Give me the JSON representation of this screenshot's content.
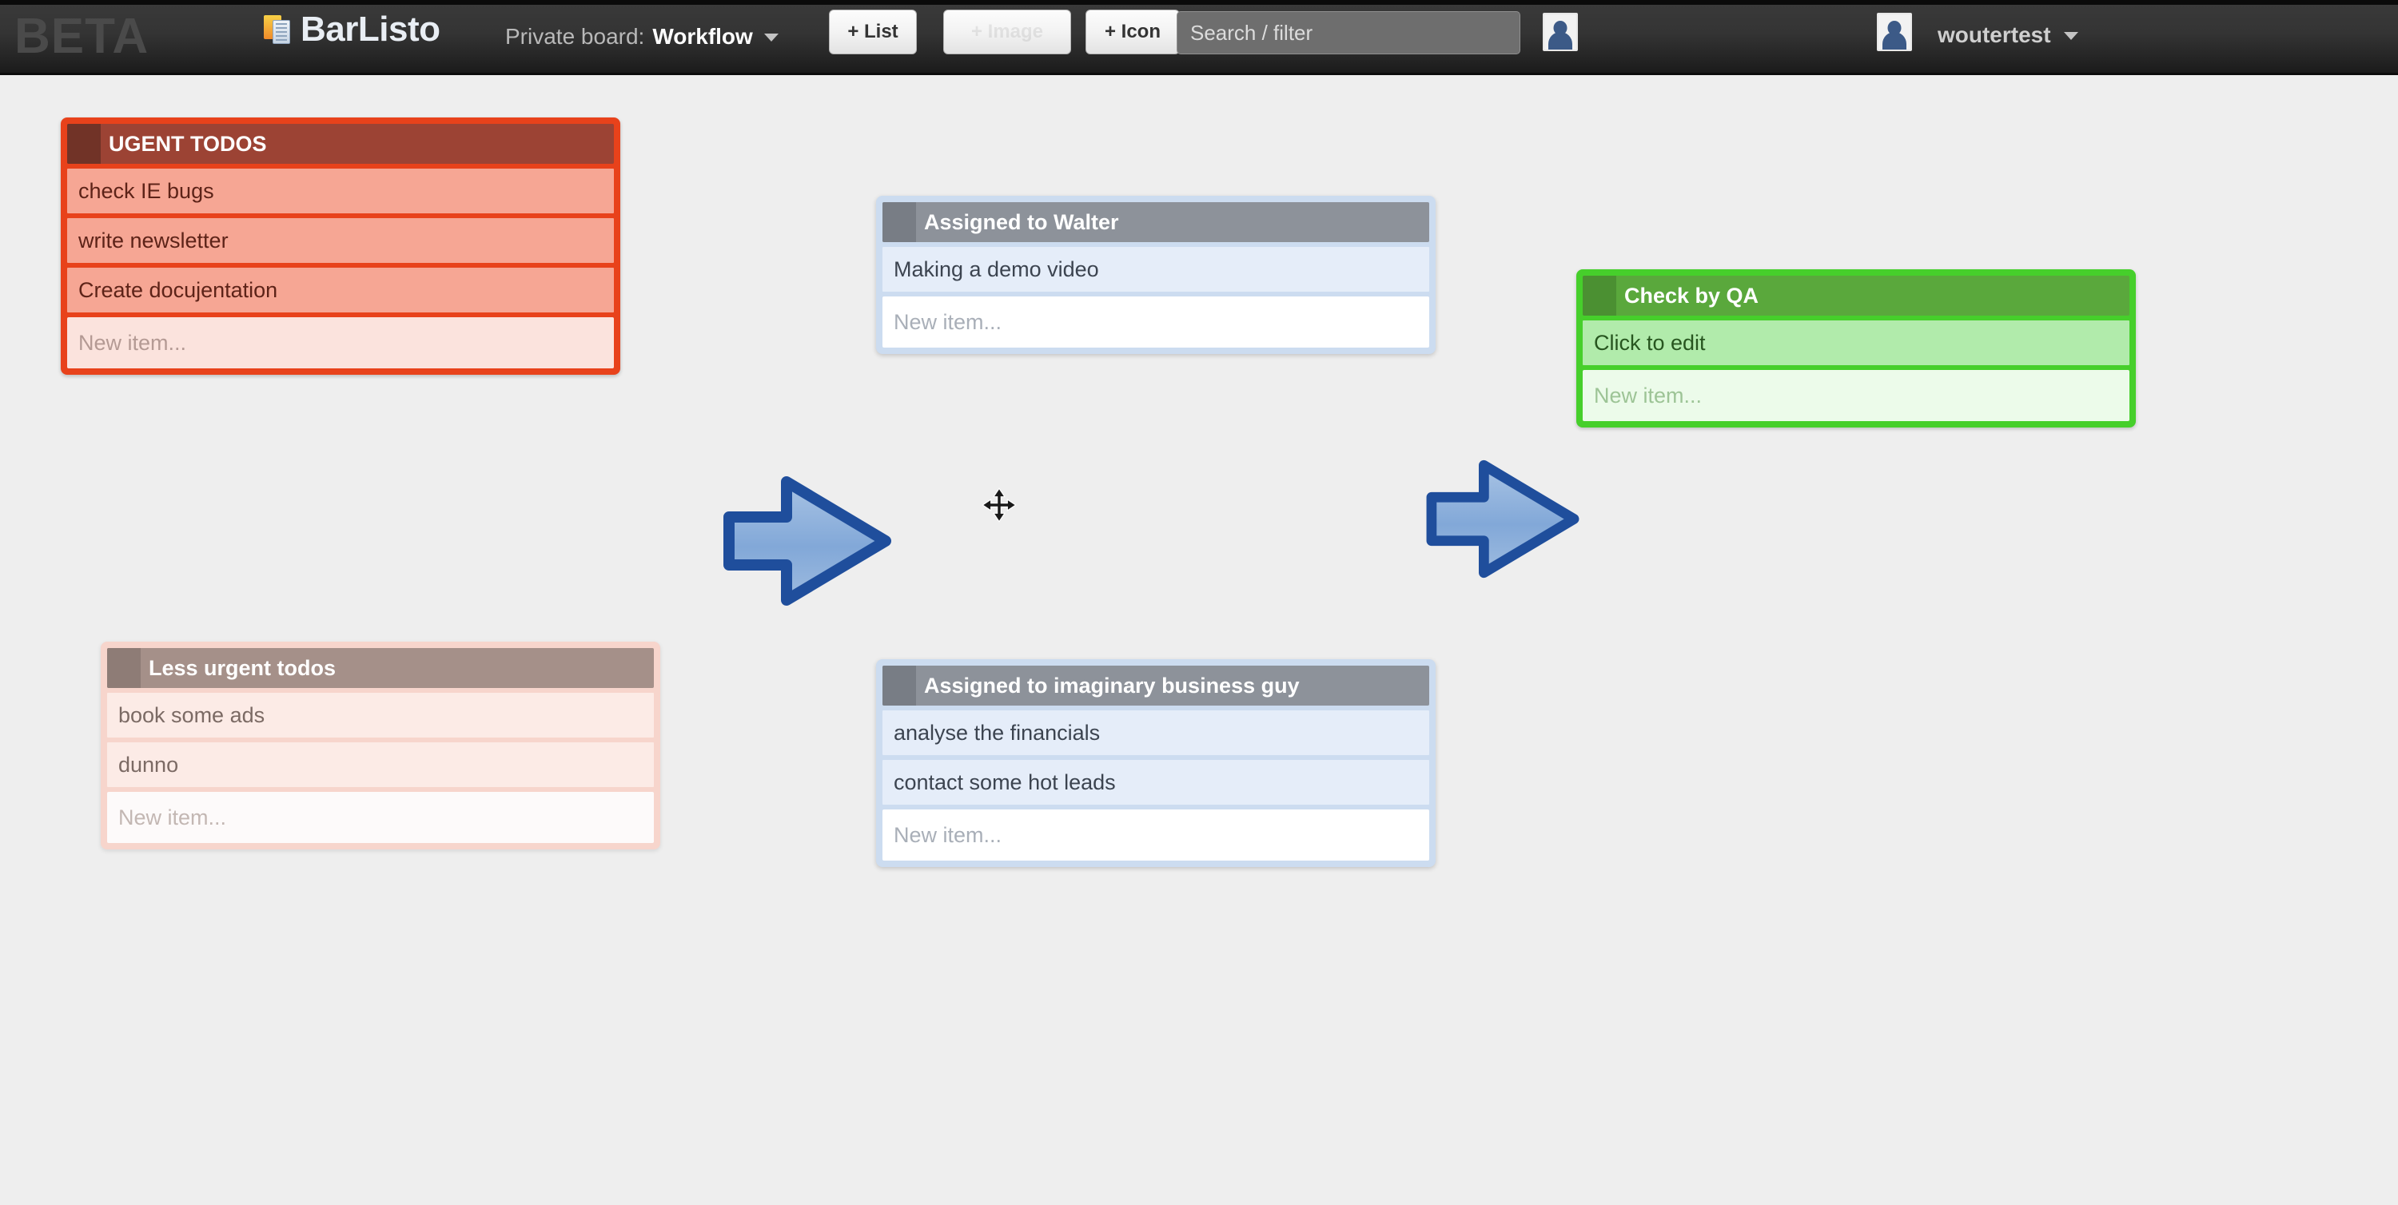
{
  "app": {
    "beta_badge": "BETA",
    "brand_name": "BarListo",
    "brand_icon": "list-document-icon"
  },
  "header": {
    "board_prefix": "Private board:",
    "board_name": "Workflow",
    "board_dropdown_icon": "chevron-down-icon",
    "buttons": [
      {
        "label": "+ List",
        "name": "add-list-button",
        "state": "enabled"
      },
      {
        "label": "+ Image",
        "name": "add-image-button",
        "state": "faded"
      },
      {
        "label": "+ Icon",
        "name": "add-icon-button",
        "state": "enabled"
      }
    ],
    "add_list_label": "+ List",
    "add_image_label": "+ Image",
    "add_icon_label": "+ Icon",
    "search": {
      "placeholder": "Search / filter",
      "value": "",
      "icon": "search-avatar-icon"
    },
    "user": {
      "name": "woutertest",
      "avatar_icon": "user-avatar-icon",
      "dropdown_icon": "chevron-down-icon"
    }
  },
  "board": {
    "lists": [
      {
        "id": "urgent",
        "title": "UGENT TODOS",
        "color": "#e8421b",
        "items": [
          "check IE bugs",
          "write newsletter",
          "Create docujentation"
        ],
        "new_item_placeholder": "New item..."
      },
      {
        "id": "walter",
        "title": "Assigned to Walter",
        "color": "#ccdcf0",
        "items": [
          "Making a demo video"
        ],
        "new_item_placeholder": "New item..."
      },
      {
        "id": "qa",
        "title": "Check by QA",
        "color": "#46cf2b",
        "items": [
          "Click to edit"
        ],
        "new_item_placeholder": "New item..."
      },
      {
        "id": "less-urgent",
        "title": "Less urgent todos",
        "color": "#f7d5cc",
        "items": [
          "book some ads",
          "dunno"
        ],
        "new_item_placeholder": "New item..."
      },
      {
        "id": "business",
        "title": "Assigned to imaginary business guy",
        "color": "#ccdcf0",
        "items": [
          "analyse the financials",
          "contact some hot leads"
        ],
        "new_item_placeholder": "New item..."
      }
    ],
    "decorations": [
      {
        "name": "arrow-right-icon",
        "type": "arrow",
        "direction": "right"
      },
      {
        "name": "arrow-right-icon",
        "type": "arrow",
        "direction": "right"
      }
    ],
    "cursor": {
      "name": "move-cursor",
      "type": "move"
    }
  },
  "colors": {
    "urgent_border": "#e8421b",
    "urgent_header": "#9c4334",
    "urgent_item": "#f6a694",
    "green_border": "#46cf2b",
    "green_header": "#5aa83c",
    "green_item": "#b1ebab",
    "blue_card": "#ccdcf0",
    "blue_header": "#8d929a",
    "blue_item": "#e5edf9",
    "pink_card": "#f7d5cc",
    "pink_header": "#a59089",
    "arrow_fill": "#7ba3d4",
    "arrow_stroke": "#1f4e9c",
    "topbar": "#2b2b2b",
    "canvas": "#eeeeee"
  }
}
